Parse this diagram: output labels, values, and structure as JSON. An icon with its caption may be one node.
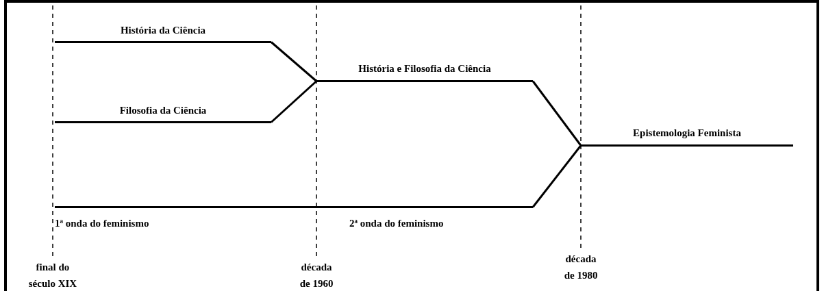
{
  "diagram": {
    "nodes": [
      {
        "text": [
          "História da Ciência"
        ]
      },
      {
        "text": [
          "Filosofia da Ciência"
        ]
      },
      {
        "text": [
          "História e Filosofia da Ciência"
        ]
      },
      {
        "text": [
          "Epistemologia Feminista"
        ]
      },
      {
        "text": [],
        "shape": "bar"
      }
    ],
    "edges": [
      {
        "from": 0,
        "to": 2,
        "arrow": "none"
      },
      {
        "from": 1,
        "to": 2,
        "arrow": "none"
      },
      {
        "from": 2,
        "to": 3,
        "arrow": "none"
      },
      {
        "from": 4,
        "to": 3,
        "arrow": "none"
      }
    ],
    "labels": [
      "1ª onda do feminismo",
      "2ª onda do feminismo",
      "final do século XIX",
      "década de 1960",
      "década de 1980"
    ]
  }
}
